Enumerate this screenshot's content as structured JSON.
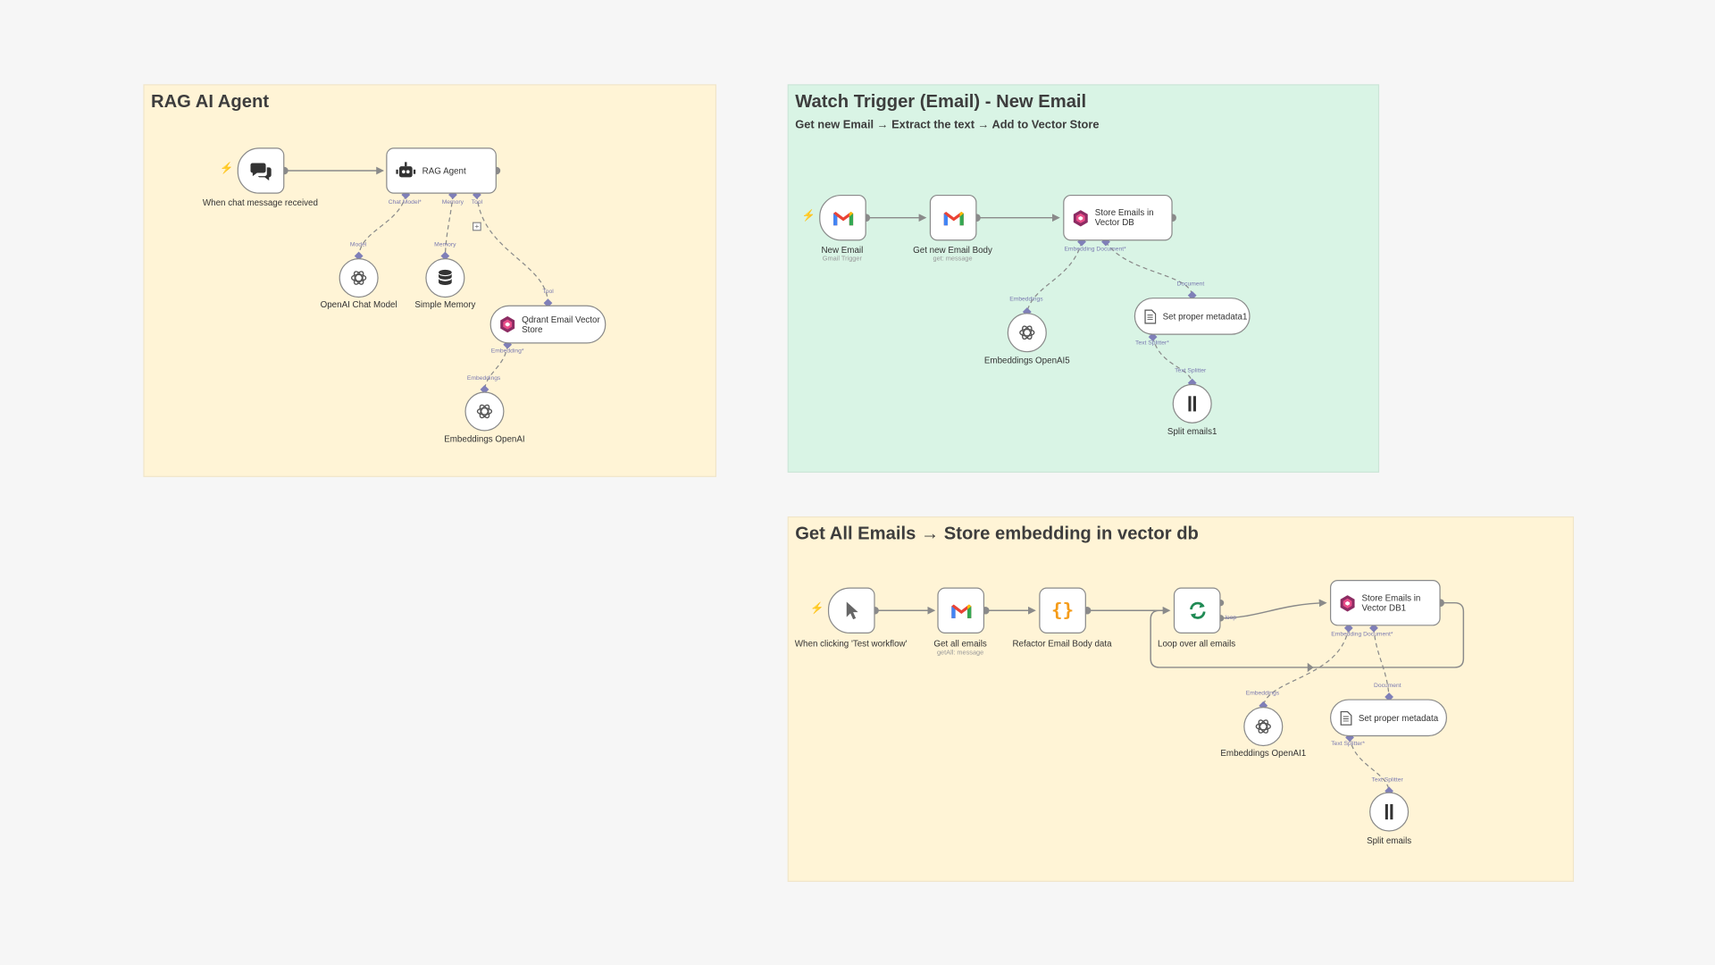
{
  "stickies": {
    "rag": {
      "title": "RAG AI Agent"
    },
    "watch": {
      "title": "Watch Trigger (Email) - New Email",
      "subtitle": "Get new Email → Extract the text → Add to Vector Store"
    },
    "getall": {
      "title": "Get All Emails → Store embedding in vector db"
    }
  },
  "nodes": {
    "chat_trigger": {
      "label": "When chat message received",
      "icon": "chat-icon"
    },
    "rag_agent": {
      "label": "RAG Agent",
      "icon": "robot-icon"
    },
    "openai_chat_model": {
      "label": "OpenAI Chat Model",
      "icon": "openai-icon"
    },
    "simple_memory": {
      "label": "Simple Memory",
      "icon": "database-icon"
    },
    "qdrant_email_store": {
      "label": "Qdrant Email Vector Store",
      "icon": "qdrant-icon"
    },
    "embeddings_openai": {
      "label": "Embeddings OpenAI",
      "icon": "openai-icon"
    },
    "new_email": {
      "label": "New Email",
      "sublabel": "Gmail Trigger",
      "icon": "gmail-icon"
    },
    "get_new_email_body": {
      "label": "Get new Email Body",
      "sublabel": "get: message",
      "icon": "gmail-icon"
    },
    "store_emails_vector_db": {
      "label": "Store Emails in Vector DB",
      "icon": "qdrant-icon"
    },
    "embeddings_openai5": {
      "label": "Embeddings OpenAI5",
      "icon": "openai-icon"
    },
    "set_proper_metadata1": {
      "label": "Set proper metadata1",
      "icon": "document-icon"
    },
    "split_emails1": {
      "label": "Split emails1",
      "icon": "splitter-icon"
    },
    "manual_trigger": {
      "label": "When clicking 'Test workflow'",
      "icon": "cursor-icon"
    },
    "get_all_emails": {
      "label": "Get all emails",
      "sublabel": "getAll: message",
      "icon": "gmail-icon"
    },
    "refactor_email_body": {
      "label": "Refactor Email Body data",
      "icon": "code-braces-icon"
    },
    "loop_over_emails": {
      "label": "Loop over all emails",
      "icon": "loop-icon"
    },
    "store_emails_vector_db1": {
      "label": "Store Emails in Vector DB1",
      "icon": "qdrant-icon"
    },
    "embeddings_openai1": {
      "label": "Embeddings OpenAI1",
      "icon": "openai-icon"
    },
    "set_proper_metadata": {
      "label": "Set proper metadata",
      "icon": "document-icon"
    },
    "split_emails": {
      "label": "Split emails",
      "icon": "splitter-icon"
    }
  },
  "ports": {
    "chat_model": "Chat Model*",
    "memory": "Memory",
    "tool": "Tool",
    "model": "Model",
    "embedding_req": "Embedding*",
    "embeddings": "Embeddings",
    "embedding_document_req": "Embedding  Document*",
    "document": "Document",
    "text_splitter_req": "Text Splitter*",
    "text_splitter": "Text Splitter",
    "loop": "loop"
  },
  "colors": {
    "wire": "#8a8a8a",
    "port": "#7f7fb8",
    "trigger_bolt": "#ff6d5a",
    "sticky_yellow": "#fff4d6",
    "sticky_green": "#d9f4e5"
  }
}
